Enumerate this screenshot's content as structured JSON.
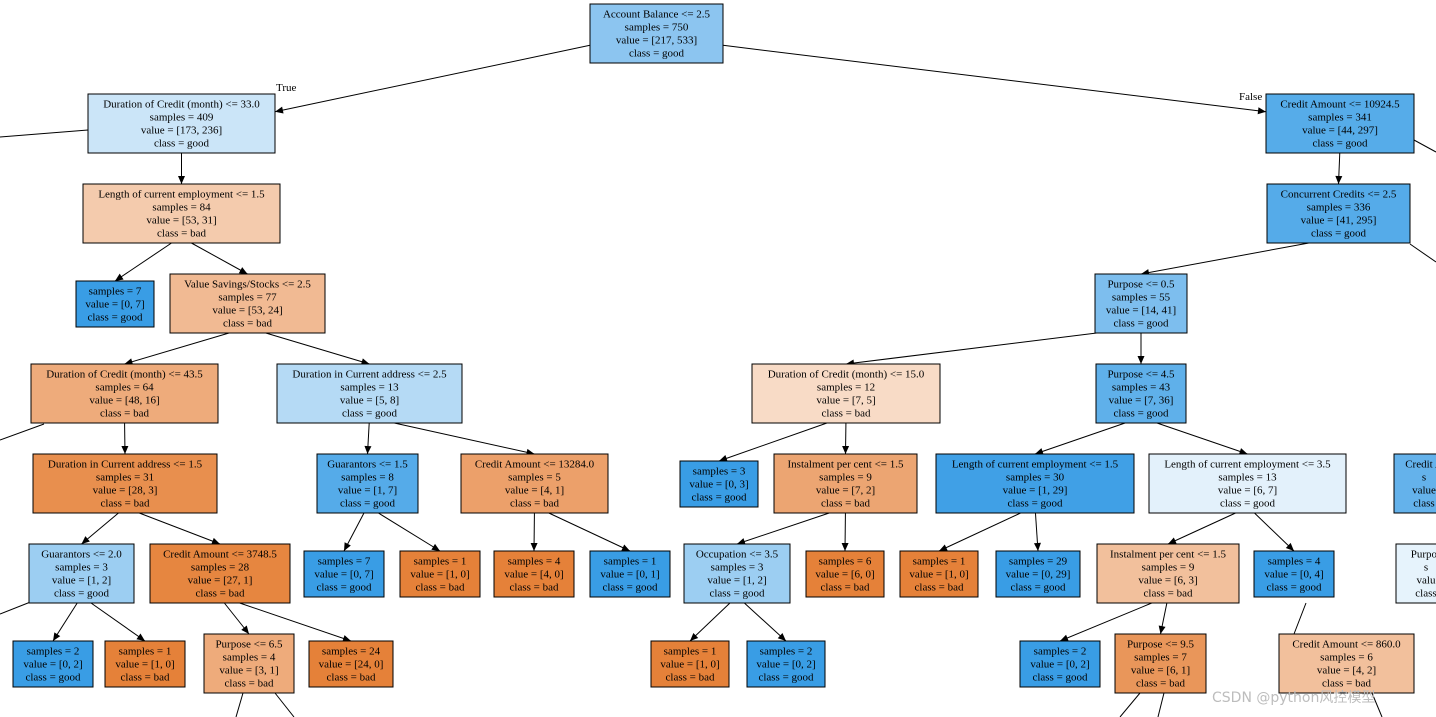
{
  "watermark": "CSDN @python风控模型",
  "edge_labels": {
    "true_label": "True",
    "false_label": "False"
  },
  "nodes": [
    {
      "id": "n0",
      "lines": [
        "Account Balance <= 2.5",
        "samples = 750",
        "value = [217, 533]",
        "class = good"
      ],
      "fill": "#8cc5f0"
    },
    {
      "id": "n1",
      "lines": [
        "Duration of Credit (month) <= 33.0",
        "samples = 409",
        "value = [173, 236]",
        "class = good"
      ],
      "fill": "#cbe5f8"
    },
    {
      "id": "n2",
      "lines": [
        "Credit Amount <= 10924.5",
        "samples = 341",
        "value = [44, 297]",
        "class = good"
      ],
      "fill": "#56ace9"
    },
    {
      "id": "n3",
      "lines": [
        "Length of current employment <= 1.5",
        "samples = 84",
        "value = [53, 31]",
        "class = bad"
      ],
      "fill": "#f4cbad"
    },
    {
      "id": "n4",
      "lines": [
        "Concurrent Credits <= 2.5",
        "samples = 336",
        "value = [41, 295]",
        "class = good"
      ],
      "fill": "#55abe9"
    },
    {
      "id": "n5",
      "lines": [
        "samples = 7",
        "value = [0, 7]",
        "class = good"
      ],
      "fill": "#399de5"
    },
    {
      "id": "n6",
      "lines": [
        "Value Savings/Stocks <= 2.5",
        "samples = 77",
        "value = [53, 24]",
        "class = bad"
      ],
      "fill": "#f1ba93"
    },
    {
      "id": "n7",
      "lines": [
        "Purpose <= 0.5",
        "samples = 55",
        "value = [14, 41]",
        "class = good"
      ],
      "fill": "#7dbeee"
    },
    {
      "id": "n8",
      "lines": [
        "Duration of Credit (month) <= 43.5",
        "samples = 64",
        "value = [48, 16]",
        "class = bad"
      ],
      "fill": "#eeab7b"
    },
    {
      "id": "n9",
      "lines": [
        "Duration in Current address <= 2.5",
        "samples = 13",
        "value = [5, 8]",
        "class = good"
      ],
      "fill": "#b5daf5"
    },
    {
      "id": "n10",
      "lines": [
        "Duration of Credit (month) <= 15.0",
        "samples = 12",
        "value = [7, 5]",
        "class = bad"
      ],
      "fill": "#f8dbc6"
    },
    {
      "id": "n11",
      "lines": [
        "Purpose <= 4.5",
        "samples = 43",
        "value = [7, 36]",
        "class = good"
      ],
      "fill": "#5fb0ea"
    },
    {
      "id": "n12",
      "lines": [
        "Duration in Current address <= 1.5",
        "samples = 31",
        "value = [28, 3]",
        "class = bad"
      ],
      "fill": "#e88f4e"
    },
    {
      "id": "n13",
      "lines": [
        "Guarantors <= 1.5",
        "samples = 8",
        "value = [1, 7]",
        "class = good"
      ],
      "fill": "#55abe9"
    },
    {
      "id": "n14",
      "lines": [
        "Credit Amount <= 13284.0",
        "samples = 5",
        "value = [4, 1]",
        "class = bad"
      ],
      "fill": "#eca06a"
    },
    {
      "id": "n15",
      "lines": [
        "samples = 3",
        "value = [0, 3]",
        "class = good"
      ],
      "fill": "#399de5"
    },
    {
      "id": "n16",
      "lines": [
        "Instalment per cent <= 1.5",
        "samples = 9",
        "value = [7, 2]",
        "class = bad"
      ],
      "fill": "#eca572"
    },
    {
      "id": "n17",
      "lines": [
        "Length of current employment <= 1.5",
        "samples = 30",
        "value = [1, 29]",
        "class = good"
      ],
      "fill": "#40a0e6"
    },
    {
      "id": "n18",
      "lines": [
        "Length of current employment <= 3.5",
        "samples = 13",
        "value = [6, 7]",
        "class = good"
      ],
      "fill": "#e3f1fb"
    },
    {
      "id": "n19",
      "lines": [
        "Guarantors <= 2.0",
        "samples = 3",
        "value = [1, 2]",
        "class = good"
      ],
      "fill": "#9ccef2"
    },
    {
      "id": "n20",
      "lines": [
        "Credit Amount <= 3748.5",
        "samples = 28",
        "value = [27, 1]",
        "class = bad"
      ],
      "fill": "#e68640"
    },
    {
      "id": "n21",
      "lines": [
        "samples = 7",
        "value = [0, 7]",
        "class = good"
      ],
      "fill": "#399de5"
    },
    {
      "id": "n22",
      "lines": [
        "samples = 1",
        "value = [1, 0]",
        "class = bad"
      ],
      "fill": "#e58139"
    },
    {
      "id": "n23",
      "lines": [
        "samples = 4",
        "value = [4, 0]",
        "class = bad"
      ],
      "fill": "#e58139"
    },
    {
      "id": "n24",
      "lines": [
        "samples = 1",
        "value = [0, 1]",
        "class = good"
      ],
      "fill": "#399de5"
    },
    {
      "id": "n25",
      "lines": [
        "Occupation <= 3.5",
        "samples = 3",
        "value = [1, 2]",
        "class = good"
      ],
      "fill": "#9ccef2"
    },
    {
      "id": "n26",
      "lines": [
        "samples = 6",
        "value = [6, 0]",
        "class = bad"
      ],
      "fill": "#e58139"
    },
    {
      "id": "n27",
      "lines": [
        "samples = 1",
        "value = [1, 0]",
        "class = bad"
      ],
      "fill": "#e58139"
    },
    {
      "id": "n28",
      "lines": [
        "samples = 29",
        "value = [0, 29]",
        "class = good"
      ],
      "fill": "#399de5"
    },
    {
      "id": "n29",
      "lines": [
        "Instalment per cent <= 1.5",
        "samples = 9",
        "value = [6, 3]",
        "class = bad"
      ],
      "fill": "#f2c09c"
    },
    {
      "id": "n30",
      "lines": [
        "samples = 4",
        "value = [0, 4]",
        "class = good"
      ],
      "fill": "#399de5"
    },
    {
      "id": "n31",
      "lines": [
        "samples = 2",
        "value = [0, 2]",
        "class = good"
      ],
      "fill": "#399de5"
    },
    {
      "id": "n32",
      "lines": [
        "samples = 1",
        "value = [1, 0]",
        "class = bad"
      ],
      "fill": "#e58139"
    },
    {
      "id": "n33",
      "lines": [
        "Purpose <= 6.5",
        "samples = 4",
        "value = [3, 1]",
        "class = bad"
      ],
      "fill": "#eeab7b"
    },
    {
      "id": "n34",
      "lines": [
        "samples = 24",
        "value = [24, 0]",
        "class = bad"
      ],
      "fill": "#e58139"
    },
    {
      "id": "n35",
      "lines": [
        "samples = 1",
        "value = [1, 0]",
        "class = bad"
      ],
      "fill": "#e58139"
    },
    {
      "id": "n36",
      "lines": [
        "samples = 2",
        "value = [0, 2]",
        "class = good"
      ],
      "fill": "#399de5"
    },
    {
      "id": "n37",
      "lines": [
        "samples = 2",
        "value = [0, 2]",
        "class = good"
      ],
      "fill": "#399de5"
    },
    {
      "id": "n38",
      "lines": [
        "Purpose <= 9.5",
        "samples = 7",
        "value = [6, 1]",
        "class = bad"
      ],
      "fill": "#e9965a"
    },
    {
      "id": "n39",
      "lines": [
        "Credit Amount <= 860.0",
        "samples = 6",
        "value = [4, 2]",
        "class = bad"
      ],
      "fill": "#f2c09c"
    },
    {
      "id": "n40",
      "lines": [
        "Credit A",
        "s",
        "value",
        "class"
      ],
      "fill": "#64b2eb"
    },
    {
      "id": "n41",
      "lines": [
        "Purpos",
        "s",
        "valu",
        "class"
      ],
      "fill": "#e6f3fc"
    }
  ],
  "edges": [
    [
      "n0",
      "n1"
    ],
    [
      "n0",
      "n2"
    ],
    [
      "n1",
      "n3"
    ],
    [
      "n2",
      "n4"
    ],
    [
      "n3",
      "n5"
    ],
    [
      "n3",
      "n6"
    ],
    [
      "n4",
      "n7"
    ],
    [
      "n6",
      "n8"
    ],
    [
      "n6",
      "n9"
    ],
    [
      "n7",
      "n10"
    ],
    [
      "n7",
      "n11"
    ],
    [
      "n8",
      "n12"
    ],
    [
      "n9",
      "n13"
    ],
    [
      "n9",
      "n14"
    ],
    [
      "n10",
      "n15"
    ],
    [
      "n10",
      "n16"
    ],
    [
      "n11",
      "n17"
    ],
    [
      "n11",
      "n18"
    ],
    [
      "n12",
      "n19"
    ],
    [
      "n12",
      "n20"
    ],
    [
      "n13",
      "n21"
    ],
    [
      "n13",
      "n22"
    ],
    [
      "n14",
      "n23"
    ],
    [
      "n14",
      "n24"
    ],
    [
      "n16",
      "n25"
    ],
    [
      "n16",
      "n26"
    ],
    [
      "n17",
      "n27"
    ],
    [
      "n17",
      "n28"
    ],
    [
      "n18",
      "n29"
    ],
    [
      "n18",
      "n30"
    ],
    [
      "n19",
      "n36"
    ],
    [
      "n19",
      "n35"
    ],
    [
      "n20",
      "n33"
    ],
    [
      "n20",
      "n34"
    ],
    [
      "n25",
      "n32"
    ],
    [
      "n25",
      "n31"
    ],
    [
      "n29",
      "n37"
    ],
    [
      "n29",
      "n38"
    ]
  ]
}
